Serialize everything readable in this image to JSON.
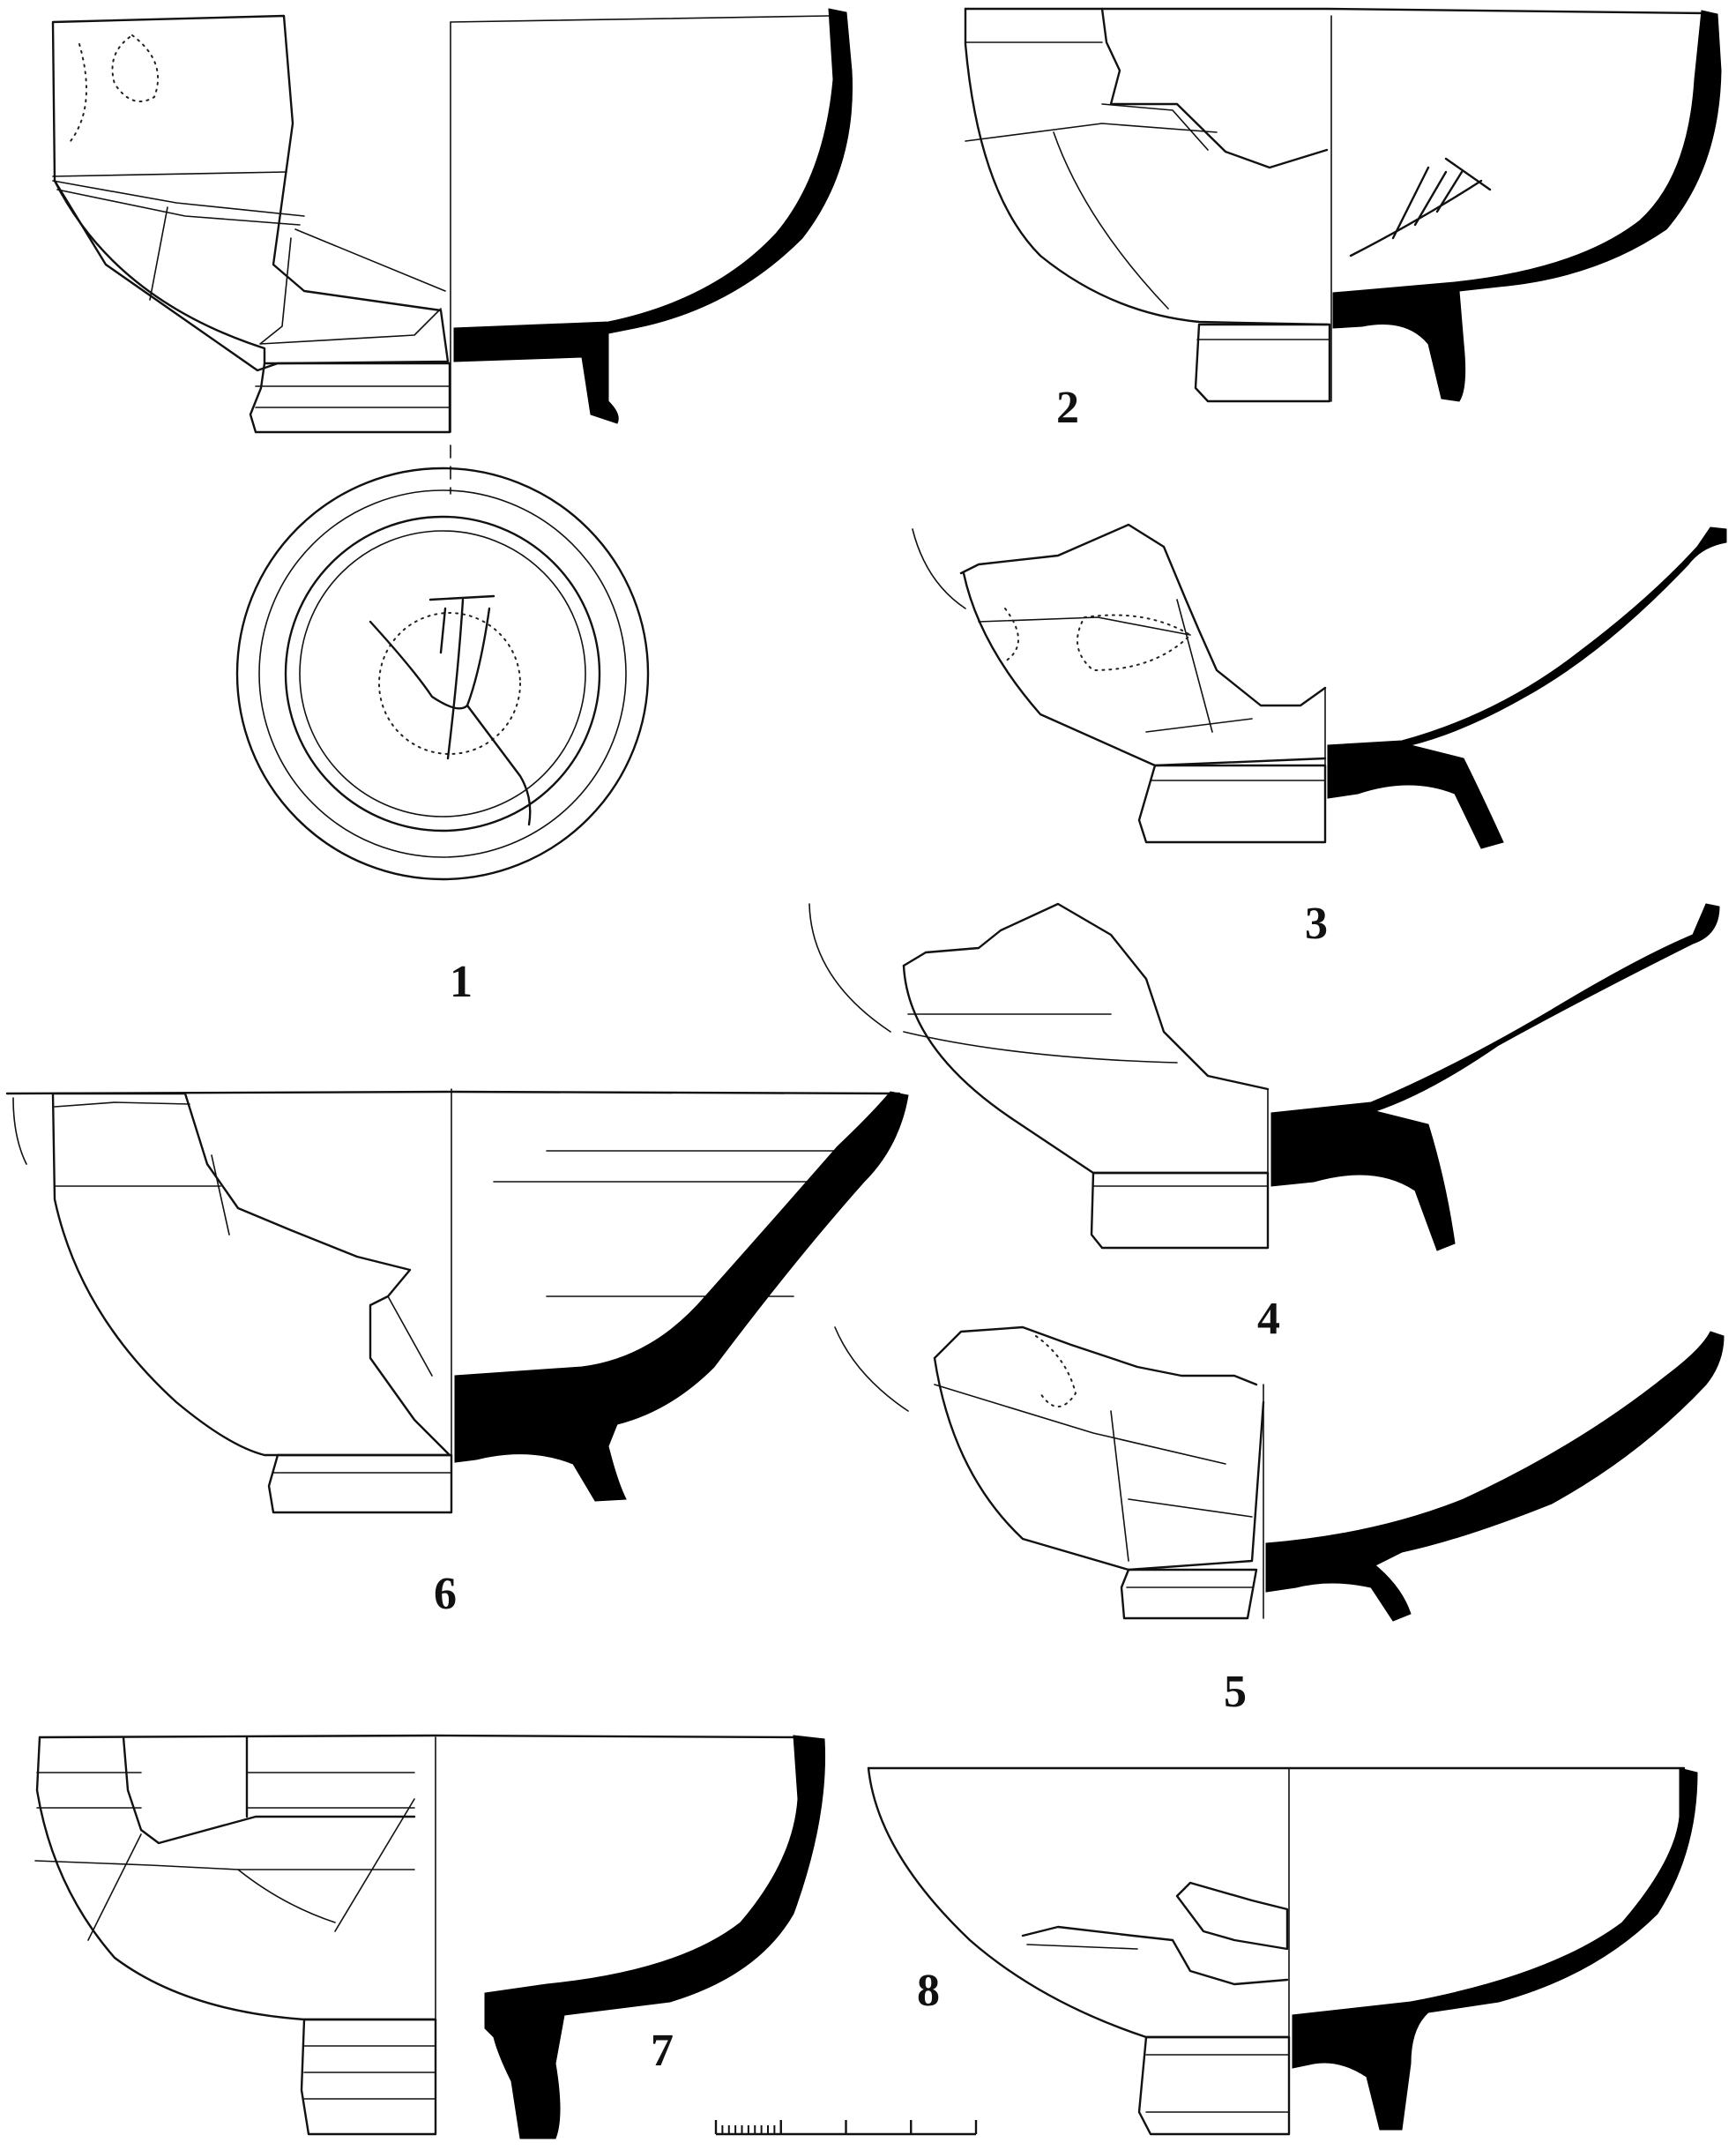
{
  "figures": [
    {
      "id": "1",
      "label": "1"
    },
    {
      "id": "2",
      "label": "2"
    },
    {
      "id": "3",
      "label": "3"
    },
    {
      "id": "4",
      "label": "4"
    },
    {
      "id": "5",
      "label": "5"
    },
    {
      "id": "6",
      "label": "6"
    },
    {
      "id": "7",
      "label": "7"
    },
    {
      "id": "8",
      "label": "8"
    }
  ],
  "colors": {
    "ink": "#111111",
    "section": "#000000",
    "paper": "#ffffff"
  },
  "scale_bar": {
    "major_divisions": 4,
    "minor_divisions": 10
  }
}
